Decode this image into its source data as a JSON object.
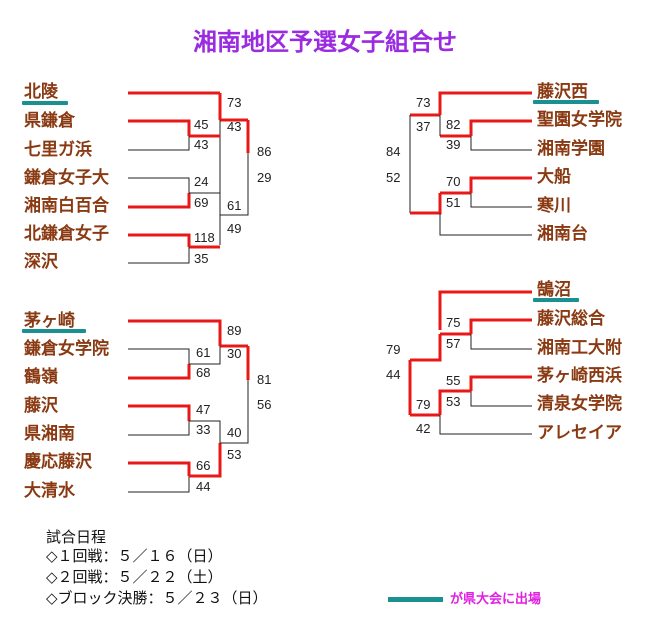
{
  "title": "湘南地区予選女子組合せ",
  "colors": {
    "win": "#e81818",
    "lose": "#222222",
    "qualify": "#1a9090",
    "team": "#8a3a12",
    "title": "#9a2be0",
    "legend": "#e020e0"
  },
  "brackets": [
    {
      "teams": [
        {
          "name": "北陵",
          "qualified": true
        },
        {
          "name": "県鎌倉"
        },
        {
          "name": "七里ガ浜"
        },
        {
          "name": "鎌倉女子大"
        },
        {
          "name": "湘南白百合"
        },
        {
          "name": "北鎌倉女子"
        },
        {
          "name": "深沢"
        }
      ],
      "scores": {
        "r1_top": "45",
        "r1_bot": "43",
        "r1b_top": "24",
        "r1b_bot": "69",
        "r1c_top": "118",
        "r1c_bot": "35",
        "r2_top": "73",
        "r2_bot": "43",
        "r2b_top": "61",
        "r2b_bot": "49",
        "final_top": "86",
        "final_bot": "29"
      }
    },
    {
      "teams": [
        {
          "name": "藤沢西",
          "qualified": true
        },
        {
          "name": "聖園女学院"
        },
        {
          "name": "湘南学園"
        },
        {
          "name": "大船"
        },
        {
          "name": "寒川"
        },
        {
          "name": "湘南台"
        }
      ],
      "scores": {
        "r1_top": "82",
        "r1_bot": "39",
        "r1b_top": "70",
        "r1b_bot": "51",
        "r2_top": "73",
        "r2_bot": "37",
        "final_top": "84",
        "final_bot": "52"
      }
    },
    {
      "teams": [
        {
          "name": "茅ヶ崎",
          "qualified": true
        },
        {
          "name": "鎌倉女学院"
        },
        {
          "name": "鶴嶺"
        },
        {
          "name": "藤沢"
        },
        {
          "name": "県湘南"
        },
        {
          "name": "慶応藤沢"
        },
        {
          "name": "大清水"
        }
      ],
      "scores": {
        "r1_top": "61",
        "r1_bot": "68",
        "r1b_top": "47",
        "r1b_bot": "33",
        "r1c_top": "66",
        "r1c_bot": "44",
        "r2_top": "89",
        "r2_bot": "30",
        "r2b_top": "40",
        "r2b_bot": "53",
        "final_top": "81",
        "final_bot": "56"
      }
    },
    {
      "teams": [
        {
          "name": "鵠沼",
          "qualified": true
        },
        {
          "name": "藤沢総合"
        },
        {
          "name": "湘南工大附"
        },
        {
          "name": "茅ヶ崎西浜"
        },
        {
          "name": "清泉女学院"
        },
        {
          "name": "アレセイア"
        }
      ],
      "scores": {
        "r1_top": "75",
        "r1_bot": "57",
        "r1b_top": "55",
        "r1b_bot": "53",
        "r2_top": "79",
        "r2_bot": "42",
        "final_top": "79",
        "final_bot": "44"
      }
    }
  ],
  "schedule": {
    "heading": "試合日程",
    "lines": [
      "◇１回戦：５／１６（日）",
      "◇２回戦：５／２２（土）",
      "◇ブロック決勝：５／２３（日）"
    ]
  },
  "legend": {
    "label": "が県大会に出場"
  }
}
